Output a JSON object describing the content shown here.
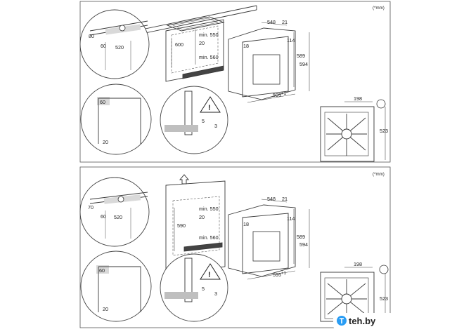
{
  "figure": {
    "unit_note": "(*mm)",
    "panels": [
      {
        "id": "top",
        "dims": {
          "cut_depth": "550",
          "cut_depth_prefix": "min.",
          "cut_height": "560",
          "cut_height_prefix": "min.",
          "cut_h_outer": "600",
          "gap_20": "20",
          "sd_80": "80",
          "sd_60": "60",
          "sd_520": "520",
          "c_60": "60",
          "c_20": "20",
          "oven_548": "548",
          "oven_21": "21",
          "oven_114": "114",
          "oven_18": "18",
          "oven_589": "589",
          "oven_594": "594",
          "oven_595": "595",
          "oven_595_sup": "+1",
          "w_5": "5",
          "w_3": "3",
          "r_198": "198",
          "r_523": "523"
        }
      },
      {
        "id": "bottom",
        "dims": {
          "cut_depth": "550",
          "cut_depth_prefix": "min.",
          "cut_height": "560",
          "cut_height_prefix": "min.",
          "cut_h_outer": "590",
          "gap_20": "20",
          "sd_70": "70",
          "sd_60": "60",
          "sd_520": "520",
          "c_60": "60",
          "c_20": "20",
          "oven_548": "548",
          "oven_21": "21",
          "oven_114": "114",
          "oven_18": "18",
          "oven_589": "589",
          "oven_594": "594",
          "oven_595": "595",
          "oven_595_sup": "+1",
          "w_5": "5",
          "w_3": "3",
          "r_198": "198",
          "r_523": "523"
        }
      }
    ],
    "watermark": "teh.by",
    "icons": [
      "warning-icon",
      "screw-icon",
      "up-arrow-icon",
      "brand-logo-icon"
    ]
  }
}
